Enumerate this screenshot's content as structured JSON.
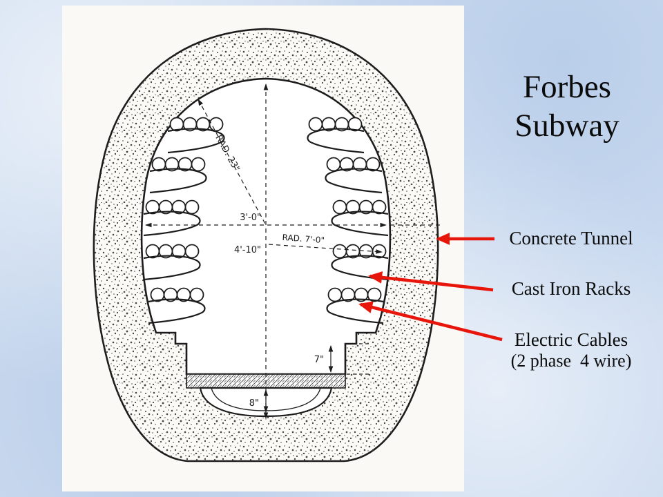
{
  "title": {
    "line1": "Forbes",
    "line2": "Subway"
  },
  "callouts": [
    {
      "label": "Concrete Tunnel"
    },
    {
      "label": "Cast Iron Racks"
    },
    {
      "label": "Electric Cables",
      "label2": "(2 phase  4 wire)"
    }
  ],
  "diagram_annotations": {
    "rad_23": "RAD. 23\"",
    "width_3_0": "3'-0\"",
    "rad_7_0": "RAD. 7'-0\"",
    "height_4_10": "4'-10\"",
    "step_7": "7\"",
    "trough_8": "8\""
  },
  "colors": {
    "background_blue": "#cddcf0",
    "panel_white": "#faf9f5",
    "arrow_red": "#e8150b",
    "ink": "#1c1c1c"
  }
}
